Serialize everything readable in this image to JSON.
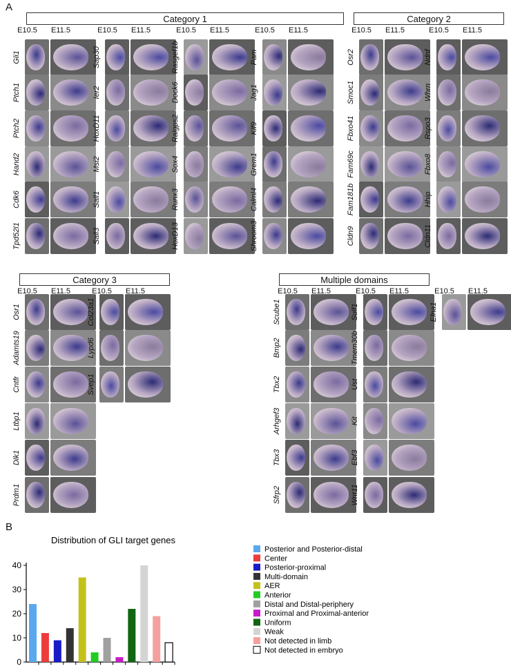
{
  "panel_a": "A",
  "panel_b": "B",
  "stages": [
    "E10.5",
    "E11.5"
  ],
  "categories": {
    "cat1": {
      "title": "Category 1",
      "columns": [
        [
          "Gli1",
          "Ptch1",
          "Ptch2",
          "Hand2",
          "Cdk6",
          "Tpd52l1"
        ],
        [
          "Sap30",
          "Ier2",
          "HoxD11",
          "Msi2",
          "Sall1",
          "Sall3"
        ],
        [
          "Rasgef1b",
          "Dock6",
          "Ralgps2",
          "Sox4",
          "Runx3",
          "HoxD13"
        ],
        [
          "Pam",
          "Jag1",
          "Klf9",
          "Grem1",
          "Calml4",
          "Shroom3"
        ]
      ]
    },
    "cat2": {
      "title": "Category 2",
      "columns": [
        [
          "Osr2",
          "Smoc1",
          "Fbxo41",
          "Fam69c",
          "Fam181b",
          "Cldn9"
        ],
        [
          "Ndnf",
          "Whrn",
          "Rspo3",
          "Fbxo8",
          "Hhip",
          "Cldn11"
        ]
      ]
    },
    "cat3": {
      "title": "Category 3",
      "columns": [
        [
          "Osr1",
          "Adamts19",
          "Cntfr",
          "Ltbp1",
          "Dlk1",
          "Prdm1"
        ],
        [
          "Col23a1",
          "Lypd6",
          "Svep1"
        ]
      ]
    },
    "multi": {
      "title": "Multiple domains",
      "columns": [
        [
          "Scube1",
          "Bmp2",
          "Tbx2",
          "Arhgef3",
          "Tbx3",
          "Sfrp2"
        ],
        [
          "Sulf1",
          "Tmem30b",
          "Ust",
          "Kit",
          "Ebf3",
          "Wnt11"
        ],
        [
          "Efna1"
        ]
      ]
    }
  },
  "chart_data": {
    "type": "bar",
    "title": "Distribution of GLI target genes",
    "xlabel": "",
    "ylabel": "",
    "ylim": [
      0,
      40
    ],
    "yticks": [
      0,
      10,
      20,
      30,
      40
    ],
    "grid": false,
    "legend_position": "right",
    "categories": [
      "Posterior and Posterior-distal",
      "Center",
      "Posterior-proximal",
      "Multi-domain",
      "AER",
      "Anterior",
      "Distal and Distal-periphery",
      "Proximal and Proximal-anterior",
      "Uniform",
      "Weak",
      "Not detected in limb",
      "Not detected in embryo"
    ],
    "values": [
      24,
      12,
      9,
      14,
      35,
      4,
      10,
      2,
      22,
      40,
      19,
      8
    ],
    "colors": [
      "#5aa9ee",
      "#ee3c3c",
      "#1a1ac8",
      "#333333",
      "#c4c21a",
      "#22cc22",
      "#a0a0a0",
      "#c81ac8",
      "#116611",
      "#d4d4d4",
      "#f5a0a0",
      "#ffffff"
    ]
  }
}
